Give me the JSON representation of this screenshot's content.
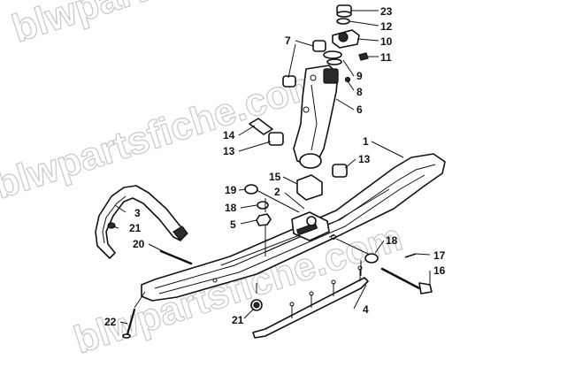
{
  "watermark": {
    "text": "blwpartsfiche.com",
    "color": "#c8c8c8"
  },
  "callouts": [
    "23",
    "12",
    "10",
    "11",
    "7",
    "9",
    "8",
    "6",
    "14",
    "13",
    "1",
    "13",
    "15",
    "19",
    "2",
    "18",
    "3",
    "5",
    "21",
    "20",
    "18",
    "17",
    "16",
    "4",
    "22",
    "21"
  ]
}
